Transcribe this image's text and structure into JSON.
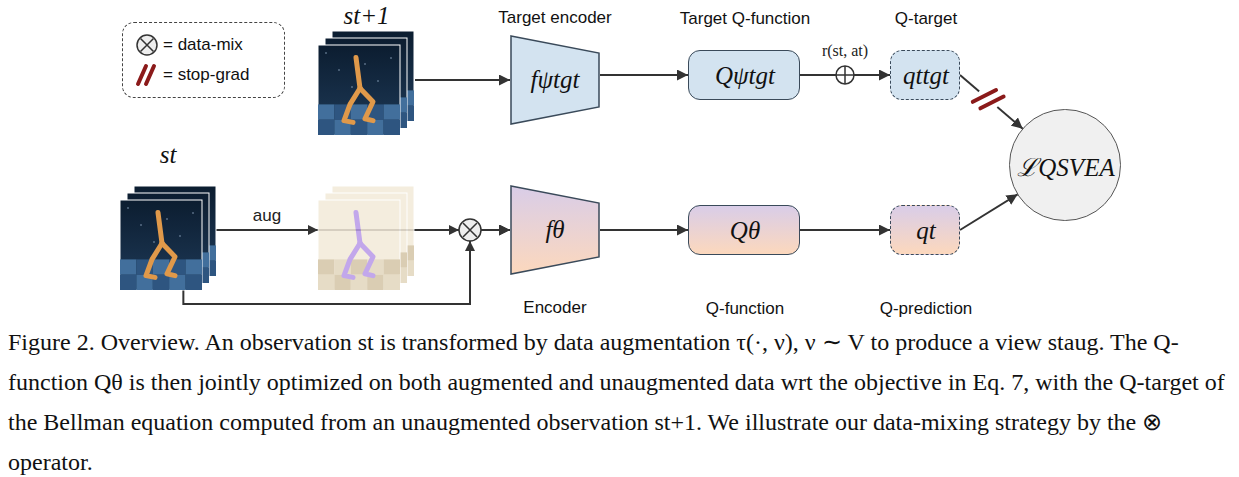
{
  "diagram": {
    "caption": "Figure 2. Overview. An observation st is transformed by data augmentation τ(·, ν), ν ∼ V to produce a view staug. The Q-function Qθ is then jointly optimized on both augmented and unaugmented data wrt the objective in Eq. 7, with the Q-target of the Bellman equation computed from an unaugmented observation st+1. We illustrate our data-mixing strategy by the ⊗ operator.",
    "nodes": [
      {
        "text": [
          "st+1"
        ]
      },
      {
        "text": [
          "Target encoder",
          "fψtgt"
        ]
      },
      {
        "text": [
          "Target Q-function",
          "Qψtgt"
        ]
      },
      {
        "text": [
          "Q-target",
          "qttgt"
        ]
      },
      {
        "text": [
          "st"
        ]
      },
      {
        "text": [
          "fθ",
          "Encoder"
        ]
      },
      {
        "text": [
          "Qθ",
          "Q-function"
        ]
      },
      {
        "text": [
          "qt",
          "Q-prediction"
        ]
      },
      {
        "text": [
          "ℒQSVEA"
        ]
      }
    ],
    "edges": [
      {
        "from": 0,
        "to": 1,
        "arrow": "to"
      },
      {
        "from": 1,
        "to": 2,
        "arrow": "to"
      },
      {
        "from": 2,
        "to": 3,
        "label": "r(st, at)",
        "arrow": "to"
      },
      {
        "from": 3,
        "to": 8,
        "arrow": "to"
      },
      {
        "from": 4,
        "to": 5,
        "label": "aug",
        "arrow": "to"
      },
      {
        "from": 4,
        "to": 5,
        "arrow": "to"
      },
      {
        "from": 5,
        "to": 6,
        "arrow": "to"
      },
      {
        "from": 6,
        "to": 7,
        "arrow": "to"
      },
      {
        "from": 7,
        "to": 8,
        "arrow": "to"
      }
    ],
    "legend": [
      {
        "text": "= data-mix"
      },
      {
        "text": "= stop-grad"
      }
    ]
  }
}
